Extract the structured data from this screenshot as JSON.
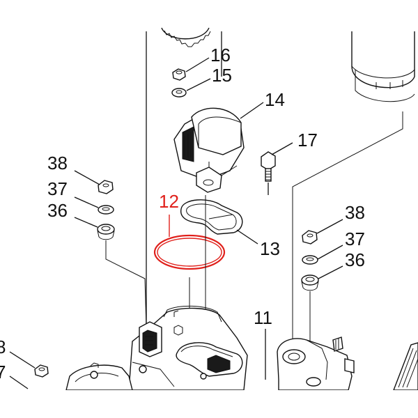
{
  "highlight_color": "#e0201b",
  "labels": {
    "p16": "16",
    "p15": "15",
    "p14": "14",
    "p17": "17",
    "p38_left": "38",
    "p37_left": "37",
    "p36_left": "36",
    "p12": "12",
    "p13": "13",
    "p38_right": "38",
    "p37_right": "37",
    "p36_right": "36",
    "p11": "11",
    "p38_edge": "8",
    "p37_edge": "7"
  }
}
